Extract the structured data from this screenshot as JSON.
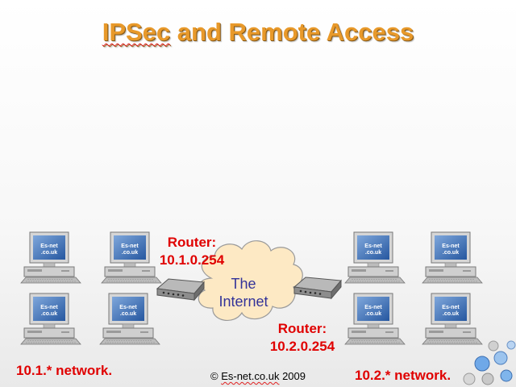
{
  "title": {
    "prefix": "IPSec",
    "rest": " and Remote Access"
  },
  "cloud": {
    "line1": "The",
    "line2": "Internet"
  },
  "router_left": {
    "line1": "Router:",
    "line2": "10.1.0.254"
  },
  "router_right": {
    "line1": "Router:",
    "line2": "10.2.0.254"
  },
  "network_left": "10.1.* network.",
  "network_right": "10.2.* network.",
  "footer": {
    "symbol": "© ",
    "brand": "Es-net.co.uk",
    "year": " 2009"
  },
  "monitor_logo": {
    "brand": "Es-net",
    "sub": ".co.uk"
  },
  "colors": {
    "title": "#e8992a",
    "label_red": "#e00000",
    "cloud_fill": "#fde9c4",
    "cloud_text": "#333399",
    "screen_blue": "#3a78c8"
  }
}
